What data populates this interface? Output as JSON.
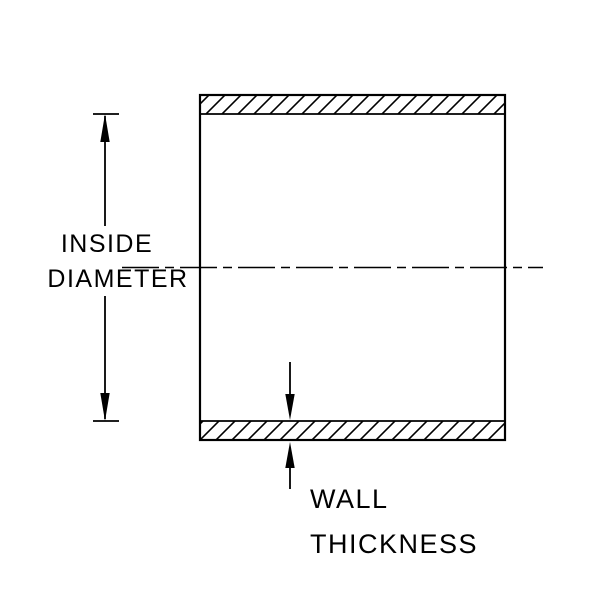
{
  "labels": {
    "inside_diameter_line1": "INSIDE",
    "inside_diameter_line2": "DIAMETER",
    "wall_thickness_line1": "WALL",
    "wall_thickness_line2": "THICKNESS"
  },
  "colors": {
    "line": "#000000",
    "background": "#ffffff"
  }
}
